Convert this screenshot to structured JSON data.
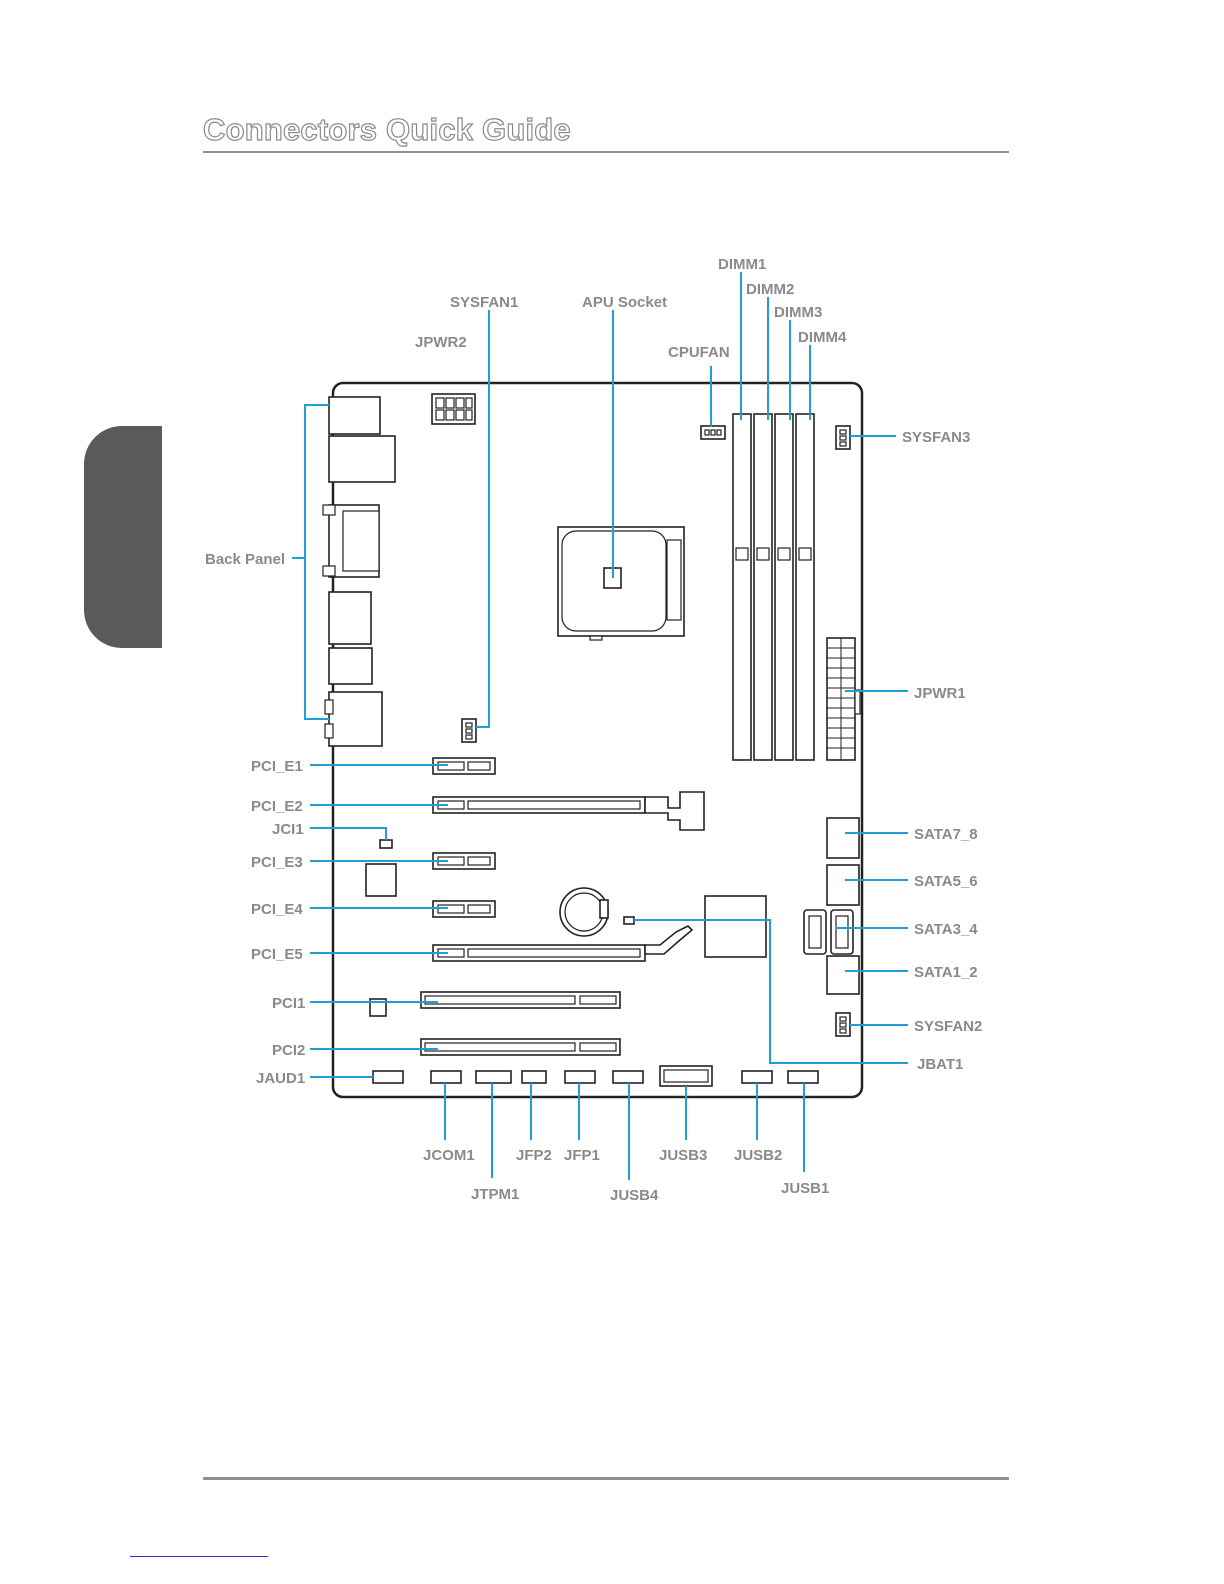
{
  "title": "Connectors Quick Guide",
  "labels": {
    "back_panel": "Back  Panel",
    "sysfan1": "SYSFAN1",
    "apu_socket": "APU Socket",
    "jpwr2": "JPWR2",
    "cpufan": "CPUFAN",
    "dimm1": "DIMM1",
    "dimm2": "DIMM2",
    "dimm3": "DIMM3",
    "dimm4": "DIMM4",
    "sysfan3": "SYSFAN3",
    "jpwr1": "JPWR1",
    "pci_e1": "PCI_E1",
    "pci_e2": "PCI_E2",
    "jci1": "JCI1",
    "pci_e3": "PCI_E3",
    "pci_e4": "PCI_E4",
    "pci_e5": "PCI_E5",
    "pci1": "PCI1",
    "pci2": "PCI2",
    "jaud1": "JAUD1",
    "sata7_8": "SATA7_8",
    "sata5_6": "SATA5_6",
    "sata3_4": "SATA3_4",
    "sata1_2": "SATA1_2",
    "sysfan2": "SYSFAN2",
    "jbat1": "JBAT1",
    "jcom1": "JCOM1",
    "jfp2": "JFP2",
    "jfp1": "JFP1",
    "jusb3": "JUSB3",
    "jusb2": "JUSB2",
    "jtpm1": "JTPM1",
    "jusb4": "JUSB4",
    "jusb1": "JUSB1"
  },
  "colors": {
    "leader": "#1f9fd4",
    "label": "#8a8a8a",
    "outline": "#222222",
    "side_tab": "#5a5a5a"
  }
}
